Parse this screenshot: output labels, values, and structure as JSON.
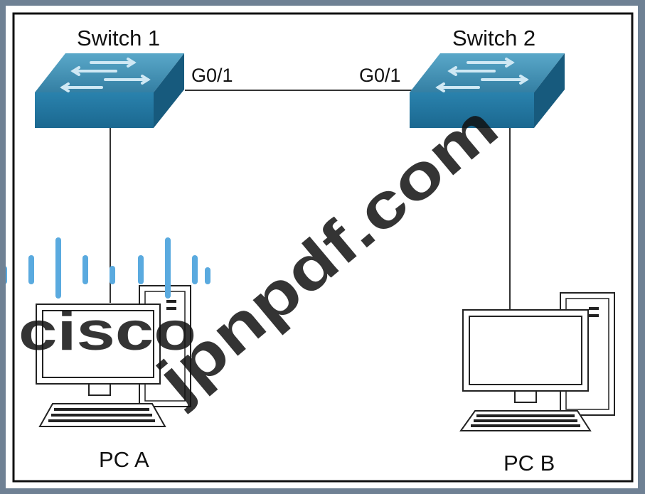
{
  "nodes": {
    "switch1": {
      "label": "Switch 1",
      "port": "G0/1"
    },
    "switch2": {
      "label": "Switch 2",
      "port": "G0/1"
    },
    "pc_a": {
      "label": "PC A"
    },
    "pc_b": {
      "label": "PC B"
    }
  },
  "watermark": {
    "logo_text": "cisco",
    "site_text": "jpnpdf.com"
  },
  "colors": {
    "switch_top": "#3f91b4",
    "switch_front": "#1f6f98",
    "switch_side": "#175a7d",
    "logo_blue": "#5aaadf",
    "watermark_gray": "#9c9c9c",
    "page_background": "#6f8194"
  }
}
